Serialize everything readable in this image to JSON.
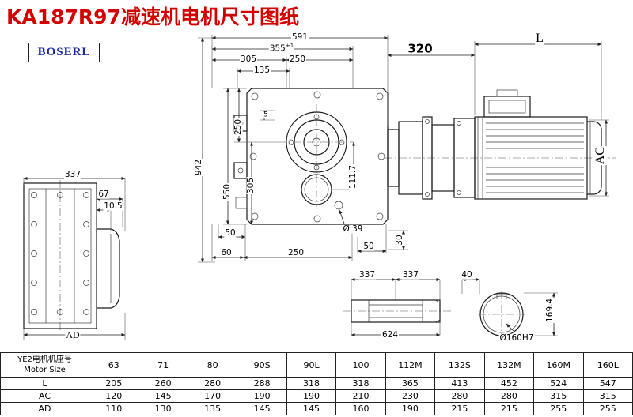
{
  "title": "KA187R97减速机电机尺寸图纸",
  "logo": "BOSERL",
  "dims": {
    "top_591": "591",
    "top_355": "355",
    "top_355_tol": "+1",
    "top_305": "305",
    "top_250": "250",
    "top_135": "135",
    "motor_320": "320",
    "motor_L": "L",
    "left_942": "942",
    "left_550": "550",
    "left_250": "250",
    "left_305": "305",
    "left_5": "5",
    "inner_111_7": "111.7",
    "motor_AC": "AC",
    "bottom_50": "50",
    "bottom_60": "60",
    "bottom_250": "250",
    "hole_dia": "Ø 39",
    "bottom_30": "30",
    "bottom_50b": "50",
    "side_337": "337",
    "side_67": "67",
    "side_10_5": "10.5",
    "side_AD": "AD",
    "shaft_337_left": "337",
    "shaft_337_right": "337",
    "shaft_40": "40",
    "shaft_624": "624",
    "bore_169_4": "169.4",
    "bore_dia": "Ø160H7"
  },
  "table": {
    "header_cn": "YE2电机机座号",
    "header_en": "Motor Size",
    "sizes": [
      "63",
      "71",
      "80",
      "90S",
      "90L",
      "100",
      "112M",
      "132S",
      "132M",
      "160M",
      "160L"
    ],
    "rows": [
      {
        "label": "L",
        "values": [
          "205",
          "260",
          "280",
          "288",
          "318",
          "318",
          "365",
          "413",
          "452",
          "524",
          "547"
        ]
      },
      {
        "label": "AC",
        "values": [
          "120",
          "145",
          "170",
          "190",
          "190",
          "210",
          "230",
          "280",
          "280",
          "315",
          "315"
        ]
      },
      {
        "label": "AD",
        "values": [
          "110",
          "130",
          "135",
          "145",
          "145",
          "160",
          "190",
          "215",
          "215",
          "255",
          "255"
        ]
      }
    ]
  }
}
